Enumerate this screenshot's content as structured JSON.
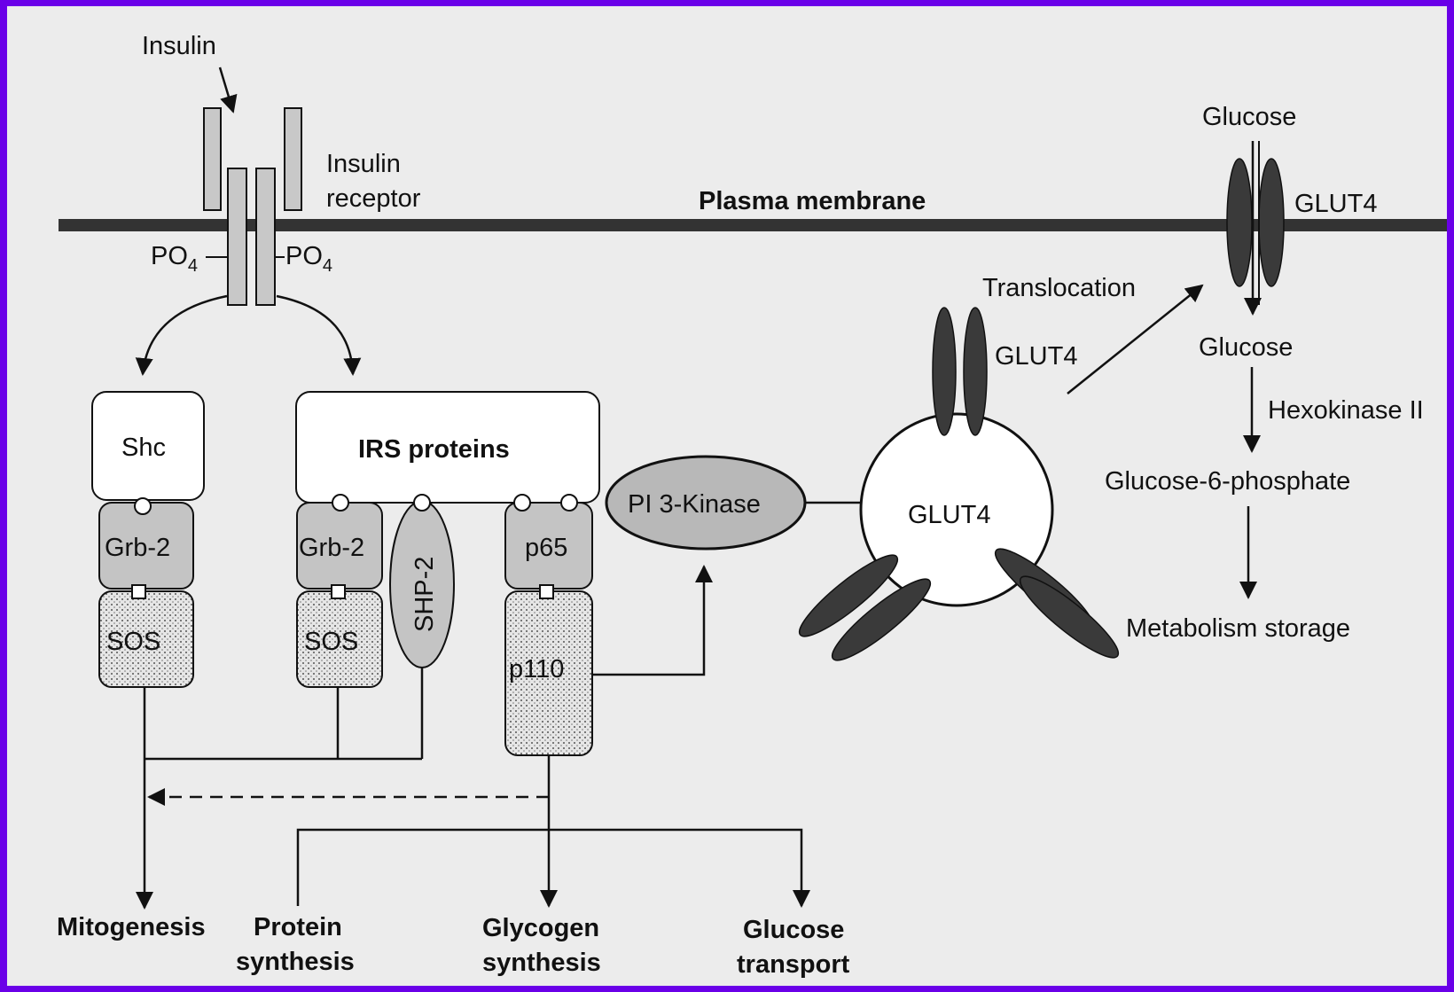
{
  "labels": {
    "insulin": "Insulin",
    "insulin_receptor_1": "Insulin",
    "insulin_receptor_2": "receptor",
    "po4_left": "PO",
    "po4_right": "PO",
    "po4_sub": "4",
    "plasma_membrane": "Plasma membrane",
    "shc": "Shc",
    "irs_proteins": "IRS proteins",
    "grb2_left": "Grb-2",
    "grb2_right": "Grb-2",
    "sos_left": "SOS",
    "sos_right": "SOS",
    "shp2": "SHP-2",
    "p65": "p65",
    "p110": "p110",
    "pi3k": "PI 3-Kinase",
    "glut4_vesicle_top": "GLUT4",
    "glut4_vesicle": "GLUT4",
    "translocation": "Translocation",
    "glucose_top": "Glucose",
    "glut4_membrane": "GLUT4",
    "glucose_inside": "Glucose",
    "hexokinase": "Hexokinase II",
    "g6p": "Glucose-6-phosphate",
    "metabolism": "Metabolism storage",
    "mitogenesis": "Mitogenesis",
    "protein_1": "Protein",
    "protein_2": "synthesis",
    "glycogen_1": "Glycogen",
    "glycogen_2": "synthesis",
    "glucose_transport_1": "Glucose",
    "glucose_transport_2": "transport"
  },
  "colors": {
    "background_border": "#6a00e8",
    "paper": "#ececec",
    "membrane": "#333333",
    "glut4_fill": "#3a3a3a",
    "receptor_fill": "#c8c8c8",
    "adapter_fill": "#c4c4c4",
    "ink": "#111111"
  }
}
